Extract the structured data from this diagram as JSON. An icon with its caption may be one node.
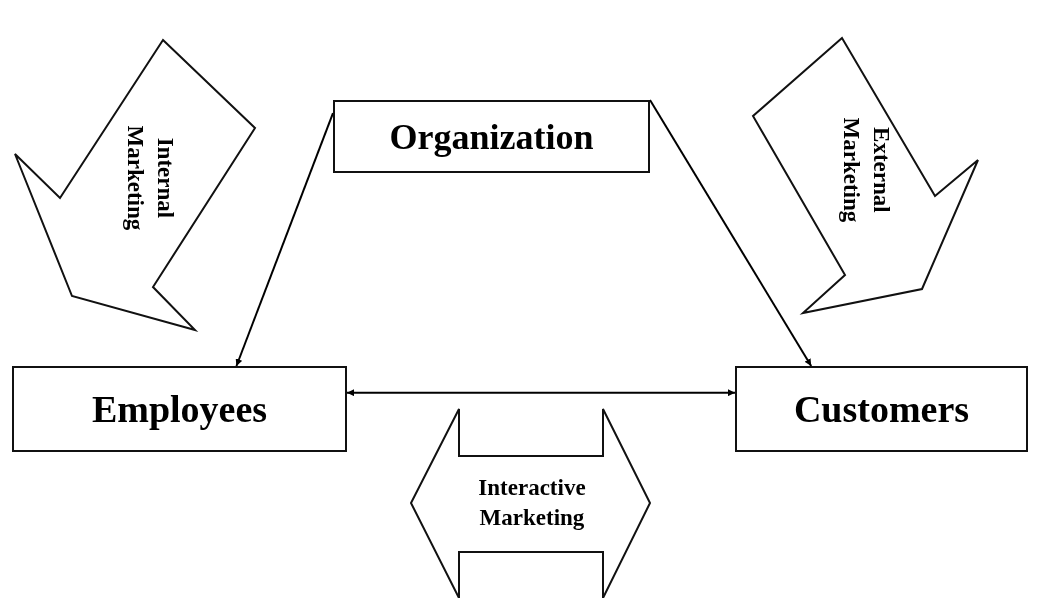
{
  "diagram": {
    "nodes": [
      {
        "text": [
          "Organization"
        ]
      },
      {
        "text": [
          "Employees"
        ]
      },
      {
        "text": [
          "Customers"
        ]
      },
      {
        "text": [
          "Internal Marketing"
        ]
      },
      {
        "text": [
          "External Marketing"
        ]
      },
      {
        "text": [
          "Interactive Marketing"
        ]
      }
    ],
    "edges": [
      {
        "from": 0,
        "to": 1,
        "arrow": "to"
      },
      {
        "from": 0,
        "to": 2,
        "arrow": "to"
      },
      {
        "from": 1,
        "to": 2,
        "arrow": "both"
      }
    ]
  }
}
